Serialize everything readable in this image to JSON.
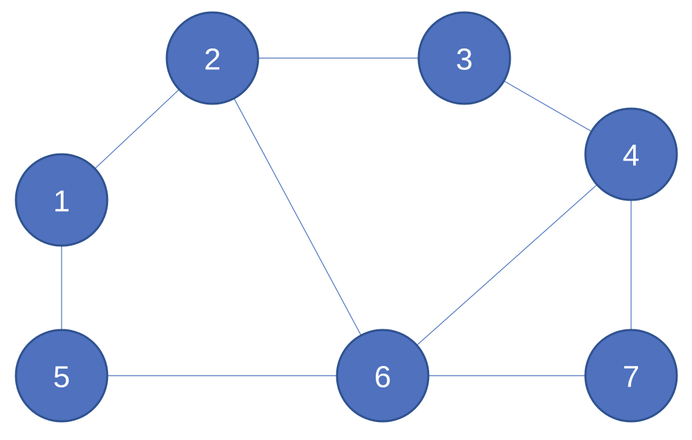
{
  "graph": {
    "node_color": "#4f71be",
    "node_stroke_color": "#2f528f",
    "edge_color": "#4a72bf",
    "label_color": "#ffffff",
    "nodes": [
      {
        "id": "1",
        "label": "1"
      },
      {
        "id": "2",
        "label": "2"
      },
      {
        "id": "3",
        "label": "3"
      },
      {
        "id": "4",
        "label": "4"
      },
      {
        "id": "5",
        "label": "5"
      },
      {
        "id": "6",
        "label": "6"
      },
      {
        "id": "7",
        "label": "7"
      }
    ],
    "edges": [
      {
        "from": "1",
        "to": "2"
      },
      {
        "from": "2",
        "to": "3"
      },
      {
        "from": "2",
        "to": "6"
      },
      {
        "from": "3",
        "to": "4"
      },
      {
        "from": "4",
        "to": "6"
      },
      {
        "from": "4",
        "to": "7"
      },
      {
        "from": "1",
        "to": "5"
      },
      {
        "from": "5",
        "to": "6"
      },
      {
        "from": "6",
        "to": "7"
      }
    ]
  }
}
